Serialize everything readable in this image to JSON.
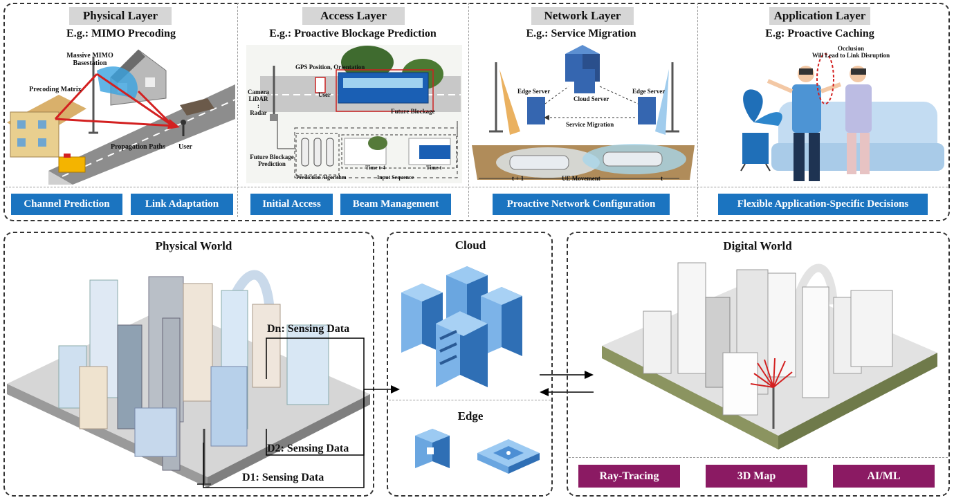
{
  "layers": [
    {
      "title": "Physical Layer",
      "example": "E.g.: MIMO Precoding",
      "labels": {
        "bs": "Massive MIMO Basestation",
        "precoding": "Precoding Matrix",
        "paths": "Propagation Paths",
        "user": "User"
      },
      "buttons": [
        "Channel Prediction",
        "Link Adaptation"
      ]
    },
    {
      "title": "Access Layer",
      "example": "E.g.: Proactive Blockage Prediction",
      "labels": {
        "gps": "GPS Position, Orientation",
        "sensors": "Camera\nLiDAR\n:\nRadar",
        "user": "User",
        "future": "Future Blockage",
        "future_pred": "Future Blockage Prediction",
        "algo": "Prediction Algorithm",
        "input": "Input Sequence",
        "t4": "Time t-4",
        "t": "Time t"
      },
      "buttons": [
        "Initial Access",
        "Beam Management"
      ]
    },
    {
      "title": "Network Layer",
      "example": "E.g.: Service Migration",
      "labels": {
        "edge1": "Edge Server",
        "cloud": "Cloud Server",
        "edge2": "Edge Server",
        "migration": "Service Migration",
        "movement": "UE Movement",
        "t1": "t + 1",
        "t": "t"
      },
      "buttons": [
        "Proactive Network Configuration"
      ]
    },
    {
      "title": "Application Layer",
      "example": "E.g: Proactive Caching",
      "labels": {
        "occlusion": "Occlusion\nWill Lead to Link Disruption"
      },
      "buttons": [
        "Flexible Application-Specific Decisions"
      ]
    }
  ],
  "physical_world": {
    "title": "Physical World",
    "sensing": [
      "Dn: Sensing Data",
      "D2: Sensing Data",
      "D1: Sensing Data"
    ]
  },
  "cloud": {
    "title": "Cloud"
  },
  "edge": {
    "title": "Edge"
  },
  "digital_world": {
    "title": "Digital World",
    "buttons": [
      "Ray-Tracing",
      "3D Map",
      "AI/ML"
    ]
  },
  "colors": {
    "blue_button": "#1b74c0",
    "maroon_button": "#8b1a63",
    "title_bg": "#d6d6d6"
  }
}
